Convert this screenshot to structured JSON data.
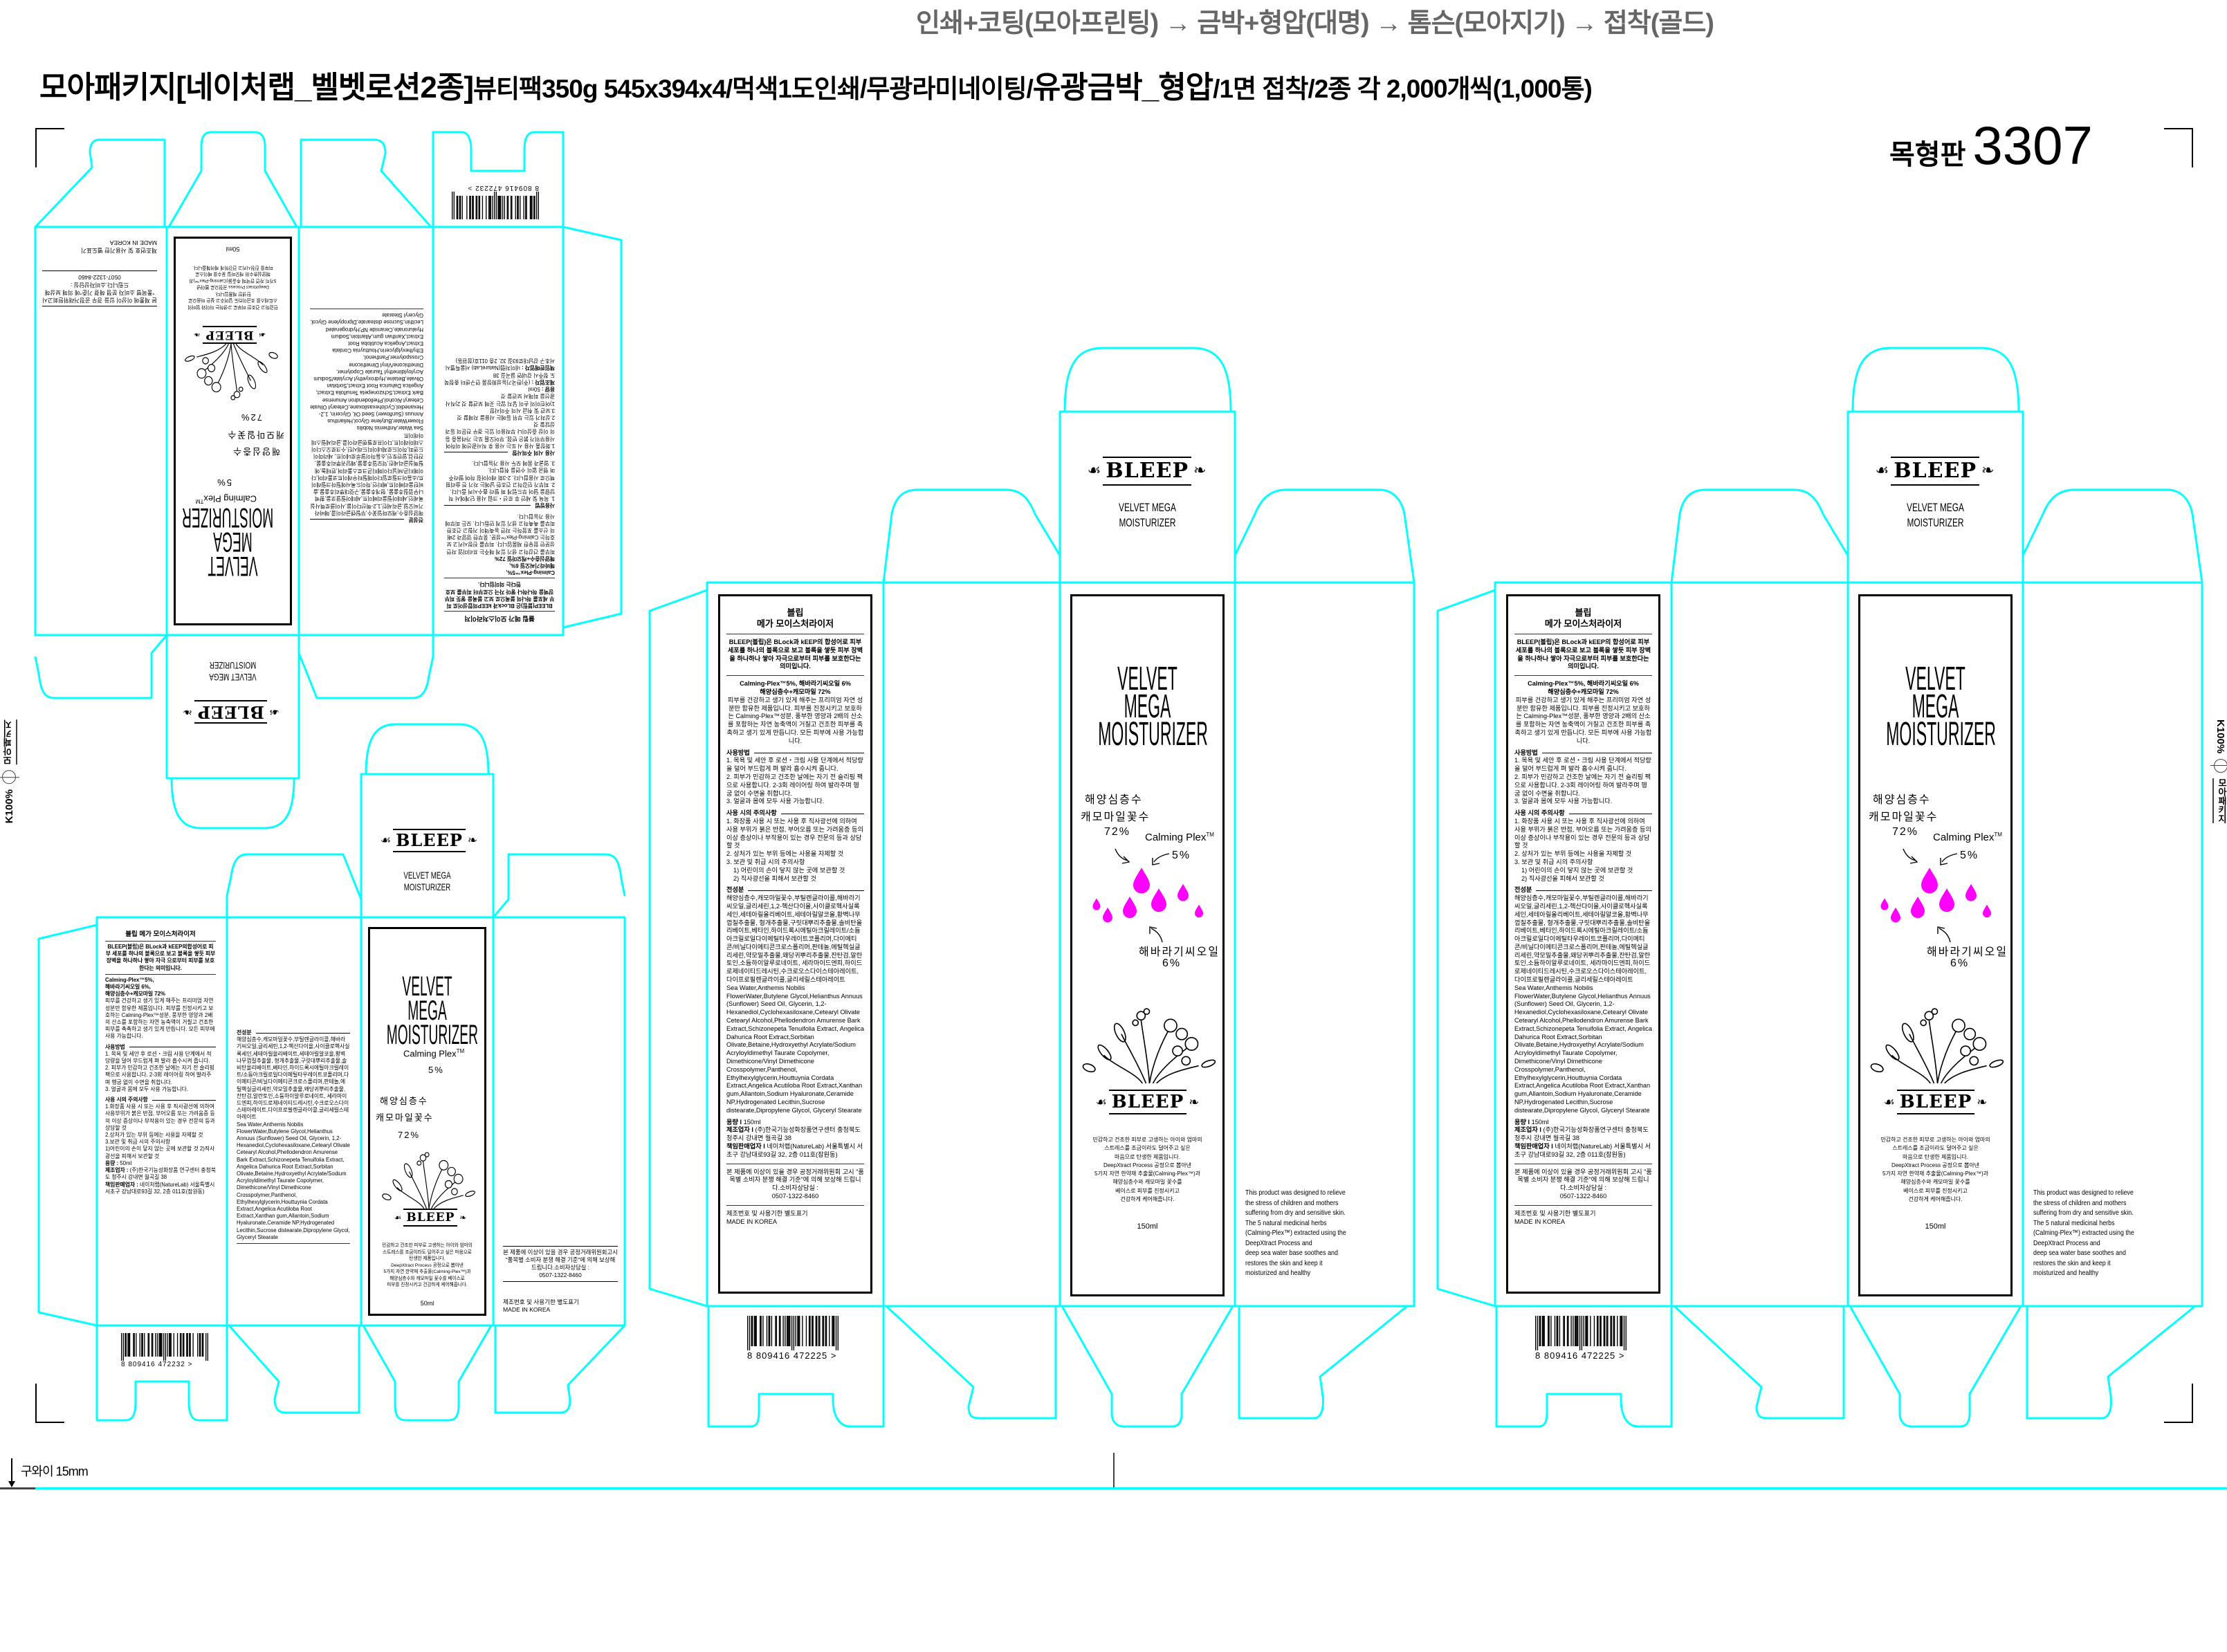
{
  "header": {
    "process_flow": "인쇄+코팅(모아프린팅) → 금박+형압(대명) → 톰슨(모아지기) → 접착(골드)",
    "spec_part1": "모아패키지[네이처랩_벨벳로션2종]",
    "spec_part2": "뷰티팩350g 545x394x4/먹색1도인쇄/무광라미네이팅/",
    "spec_part3": "유광금박_형압",
    "spec_part4": "/1면 접착/2종 각 2,000개씩(1,000통)",
    "die_label": "목형판",
    "die_number": "3307"
  },
  "side_marks": {
    "ink": "K100%",
    "company": "모아패키지"
  },
  "footer_mark": {
    "gripper": "구와이 15mm"
  },
  "colors": {
    "dieline": "#00ffff",
    "drops": "#ff00ff",
    "ink": "#000000"
  },
  "brand": {
    "logo": "BLEEP",
    "lid_line1": "VELVET MEGA",
    "lid_line2": "MOISTURIZER"
  },
  "front": {
    "title": [
      "VELVET",
      "MEGA",
      "MOISTURIZER"
    ],
    "ing1_line1": "해양심층수",
    "ing1_line2": "캐모마일꽃수",
    "ing1_pct": "72%",
    "ing2": "Calming Plex",
    "tm": "TM",
    "ing2_pct": "5%",
    "ing3": "해바라기씨오일",
    "ing3_pct": "6%"
  },
  "large": {
    "front_desc": [
      "민감하고 건조한 피부로 고생하는 아이와 엄마의",
      "스트레스를 조금이라도 덜어주고 싶은",
      "마음으로 탄생한 제품입니다.",
      "DeepXtract Process 공정으로 뽑아낸",
      "5가지 자연 한약재 추출물(Calming-Plex™)과",
      "해양심층수와 캐모마일 꽃수를",
      "베이스로 피부를 진정시키고",
      "건강하게 케어해줍니다."
    ],
    "volume": "150ml",
    "barcode": "8 809416 472225 >",
    "english": [
      "This product was designed to relieve",
      "the stress of children and mothers",
      "suffering from dry and sensitive skin.",
      "The 5 natural medicinal herbs",
      "(Calming-Plex™) extracted using the",
      "DeepXtract Process and",
      "deep sea water base  soothes and",
      "restores the skin and keep it",
      "moisturized and healthy"
    ],
    "back": {
      "title1": "블립",
      "title2": "메가 모이스처라이저",
      "intro": "BLEEP(블립)은 BLock과 kEEP의 합성어로 피부 세포를 하나의 블록으로 보고 블록을 쌓듯 피부 장벽을 하나하나 쌓아 자극으로부터 피부를 보호한다는 의미입니다.",
      "highlight1": "Calming-Plex™5%, 해바라기씨오일 6%",
      "highlight2": "해양심층수+캐모마일 72%",
      "desc": "피부를 건강하고 생기 있게 해주는 프리미엄 자연 성분만 함유한 제품입니다. 피부를 진정시키고 보호하는 Calming-Plex™성분, 풍부한 영양과 2배의 산소를 포함하는 자연 농축액이 거칠고 건조한 피부를 촉촉하고 생기 있게 만듭니다. 모든 피부에 사용 가능합니다.",
      "usage_heading": "사용방법",
      "usage": [
        "1. 목욕 및 세안 후 로션・크림 사용 단계에서 적당량을 덜어 부드럽게 펴 발라 흡수시켜 줍니다.",
        "2. 피부가 민감하고 건조한 날에는 자기 전 슬리핑 팩으로 사용합니다. 2-3회 레이어링 하여 발라주며 헹굼 없이 수면을 취합니다.",
        "3. 얼굴과 몸에 모두 사용 가능합니다."
      ],
      "caution_heading": "사용 시의 주의사항",
      "caution": [
        "1. 화장품 사용 시 또는 사용 후 직사광선에 의하여 사용 부위가 붉은 반점, 부어오름 또는 가려움증 등의 이상 증상이나 부작용이 있는 경우 전문의 등과 상담할 것",
        "2. 상처가 있는 부위 등에는 사용을 자제할 것",
        "3. 보관 및 취급 시의 주의사항",
        "1) 어린이의 손이 닿지 않는 곳에 보관할 것",
        "2) 직사광선을 피해서 보관할 것"
      ],
      "ingredients_heading": "전성분",
      "ingredients_ko": "해양심층수,캐모마일꽃수,부틸렌글라이콜,해바라기씨오일,글리세린,1,2-헥산다이올,사이클로헥사실록세인,세테아릴올리베이트,세테아릴알코올,황벽나무껍질추출물, 형개추출물,구릿대뿌리추출물,솔비탄올리베이트,베타인,하이드록시에틸아크릴레이트/소듐아크릴로일다이메틸타우레이트코폴리머,다이메티콘/비닐다이메티콘크로스폴리머,판테놀,에틸헥실글리세린,약모밀추출물,왜당귀뿌리추출물,잔탄검,알란토인,소듐하이알루로네이트, 세라마이드엔피,하이드로제네이티드레시틴,수크로오스다이스테아레이트,다이프로필렌글라이콜,글리세릴스테아레이트",
      "ingredients_en": "Sea Water,Anthemis Nobilis FlowerWater,Butylene Glycol,Helianthus Annuus (Sunflower) Seed Oil, Glycerin, 1,2-Hexanediol,Cyclohexasiloxane,Cetearyl Olivate Cetearyl Alcohol,Phellodendron Amurense Bark Extract,Schizonepeta Tenuifolia Extract, Angelica Dahurica Root Extract,Sorbitan Olivate,Betaine,Hydroxyethyl Acrylate/Sodium Acryloyldimethyl Taurate Copolymer, Dimethicone/Vinyl Dimethicone Crosspolymer,Panthenol, Ethylhexylglycerin,Houttuynia Cordata Extract,Angelica Acutiloba Root Extract,Xanthan gum,Allantoin,Sodium Hyaluronate,Ceramide NP,Hydrogenated Lecithin,Sucrose distearate,Dipropylene Glycol, Glyceryl Stearate",
      "volume_label": "용량 I",
      "volume": "150ml",
      "maker_label": "제조업자 I",
      "maker": "(주)한국기능성화장품연구센터 충청북도 청주시 강내면 월곡길 38",
      "seller_label": "책임판매업자 I",
      "seller": "네이처랩(NatureLab) 서울특별시 서초구 강남대로93길 32, 2층 011호(잠원동)",
      "notice": "본 제품에 이상이 있을 경우 공정거래위원회 고시 \"품목별 소비자 분쟁 해결 기준\"에 의해 보상해 드립니다.소비자상담실 :",
      "phone": "0507-1322-8460",
      "lot": "제조번호 및 사용기한 별도표기",
      "origin": "MADE IN KOREA"
    }
  },
  "small": {
    "front_desc": [
      "민감하고 건조한 피부로 고생하는 아이와 엄마의",
      "스트레스를 조금이라도 덜어주고 싶은 마음으로",
      "탄생한 제품입니다.",
      "DeepXtract Process 공정으로 뽑아낸",
      "5가지 자연 한약재 추출물(Calming-Plex™)과",
      "해양심층수와 캐모마일 꽃수를 베이스로",
      "피부를 진정시키고 건강하게 케어해줍니다."
    ],
    "volume": "50ml",
    "barcode": "8 809416 472232 >",
    "back": {
      "title": "블립 메가 모이스처라이저",
      "intro": "BLEEP(블립)은 BLock과 kEEP의합성어로 피부 세포를 하나의 블록으로 보고 블록을 쌓듯 피부 장벽을 하나하나 쌓아 자극 으로부터 피부를 보호한다는 의미입니다.",
      "highlight1": "Calming-Plex™5%,",
      "highlight2": "해바라기씨오일 6%,",
      "highlight3": "해양심층수+캐모마일 72%",
      "desc": "피부를 건강하고 생기 있게 해주는 프리미엄 자연 성분만 함유한 제품입니다. 피부를 진정시키고 보호하는 Calming-Plex™성분, 풍부한 영양과 2배의 산소를 포함하는 자연 농축액이 거칠고 건조한 피부를 촉촉하고 생기 있게 만듭니다. 모든 피부에 사용 가능합니다.",
      "usage_heading": "사용방법",
      "usage": [
        "1. 목욕 및 세안 후 로션・크림 사용 단계에서 적당량을  덜어 부드럽게 펴 발라 흡수시켜 줍니다.",
        "2. 피부가 민감하고 건조한 날에는 자기 전 슬리핑 팩으로 사용합니다. 2-3회 레이어링 하여 발라주며 헹굼 없이 수면을 취합니다.",
        "3. 얼굴과 몸에 모두 사용 가능합니다."
      ],
      "caution_heading": "사용 시의 주의사항",
      "caution": [
        "1.화장품 사용 시 또는 사용 후 직사광선에 의하여 사용부위가 붉은 반점, 부어오름 또는 가려움증 등의 이상 증상이나 부작용이 있는 경우 전문의 등과 상담할 것",
        "2.상처가 있는 부위 등에는 사용을 자제할 것",
        "3.보관 및 취급 시의 주의사항",
        "1)어린이의 손이 닿지 않는 곳에 보관할 것 2)직사광선을 피해서 보관할 것"
      ],
      "volume_label": "용량 :",
      "volume": "50ml",
      "maker_label": "제조업자 :",
      "maker": "(주)한국기능성화장품 연구센터 충청북도 청주시 강내면 월곡길 38",
      "seller_label": "책임판매업자 :",
      "seller": "네이처랩(NatureLab) 서울특별시 서초구 강남대로93길 32, 2층 011호(잠원동)",
      "ingredients_heading": "전성분"
    },
    "side": {
      "notice": "본 제품에 이상이 있을 경우 공정거래위원회고시 \"품목별 소비자 분쟁 해결 기준\"에 의해 보상해 드립니다.소비자상담실 :",
      "phone": "0507-1322-8460",
      "lot": "제조번호 및 사용기한 별도표기",
      "origin": "MADE IN KOREA"
    }
  }
}
